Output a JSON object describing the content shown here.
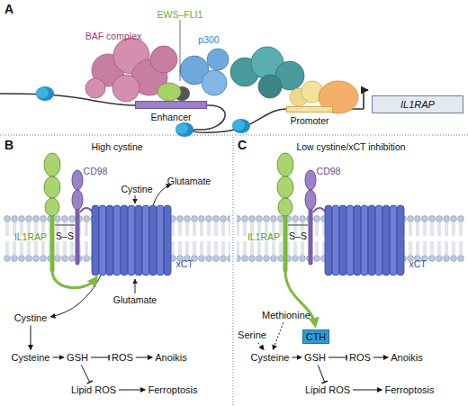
{
  "diagram": {
    "nodes": [
      {
        "text": [
          "Enhancer"
        ]
      },
      {
        "text": [
          "Promoter"
        ]
      },
      {
        "text": [
          "IL1RAP"
        ]
      },
      {
        "text": [
          "Cystine"
        ]
      },
      {
        "text": [
          "Cysteine"
        ]
      },
      {
        "text": [
          "GSH"
        ]
      },
      {
        "text": [
          "ROS"
        ]
      },
      {
        "text": [
          "Anoikis"
        ]
      },
      {
        "text": [
          "Lipid ROS"
        ]
      },
      {
        "text": [
          "Ferroptosis"
        ]
      },
      {
        "text": [
          "Methionine"
        ]
      },
      {
        "text": [
          "Serine"
        ]
      },
      {
        "text": [
          "CTH"
        ]
      },
      {
        "text": [
          "Cysteine"
        ]
      },
      {
        "text": [
          "GSH"
        ]
      },
      {
        "text": [
          "ROS"
        ]
      },
      {
        "text": [
          "Anoikis"
        ]
      },
      {
        "text": [
          "Lipid ROS"
        ]
      },
      {
        "text": [
          "Ferroptosis"
        ]
      }
    ],
    "edges": [
      {
        "from": 3,
        "to": 4,
        "arrow": "to"
      },
      {
        "from": 4,
        "to": 5,
        "arrow": "to"
      },
      {
        "from": 5,
        "to": 6,
        "arrow": "to"
      },
      {
        "from": 6,
        "to": 7,
        "arrow": "to"
      },
      {
        "from": 5,
        "to": 8,
        "arrow": "to"
      },
      {
        "from": 8,
        "to": 9,
        "arrow": "to"
      },
      {
        "from": 10,
        "to": 13,
        "arrow": "to"
      },
      {
        "from": 11,
        "to": 13,
        "arrow": "to"
      },
      {
        "from": 13,
        "to": 14,
        "arrow": "to"
      },
      {
        "from": 14,
        "to": 15,
        "arrow": "to"
      },
      {
        "from": 15,
        "to": 16,
        "arrow": "to"
      },
      {
        "from": 14,
        "to": 17,
        "arrow": "to"
      },
      {
        "from": 17,
        "to": 18,
        "arrow": "to"
      }
    ],
    "labels": [
      "A",
      "EWS–FLI1",
      "BAF complex",
      "p300",
      "B",
      "High cystine",
      "CD98",
      "Cystine",
      "Glutamate",
      "IL1RAP",
      "S–S",
      "xCT",
      "Glutamate",
      "C",
      "Low cystine/xCT inhibition",
      "CD98",
      "IL1RAP",
      "S–S",
      "xCT"
    ]
  }
}
